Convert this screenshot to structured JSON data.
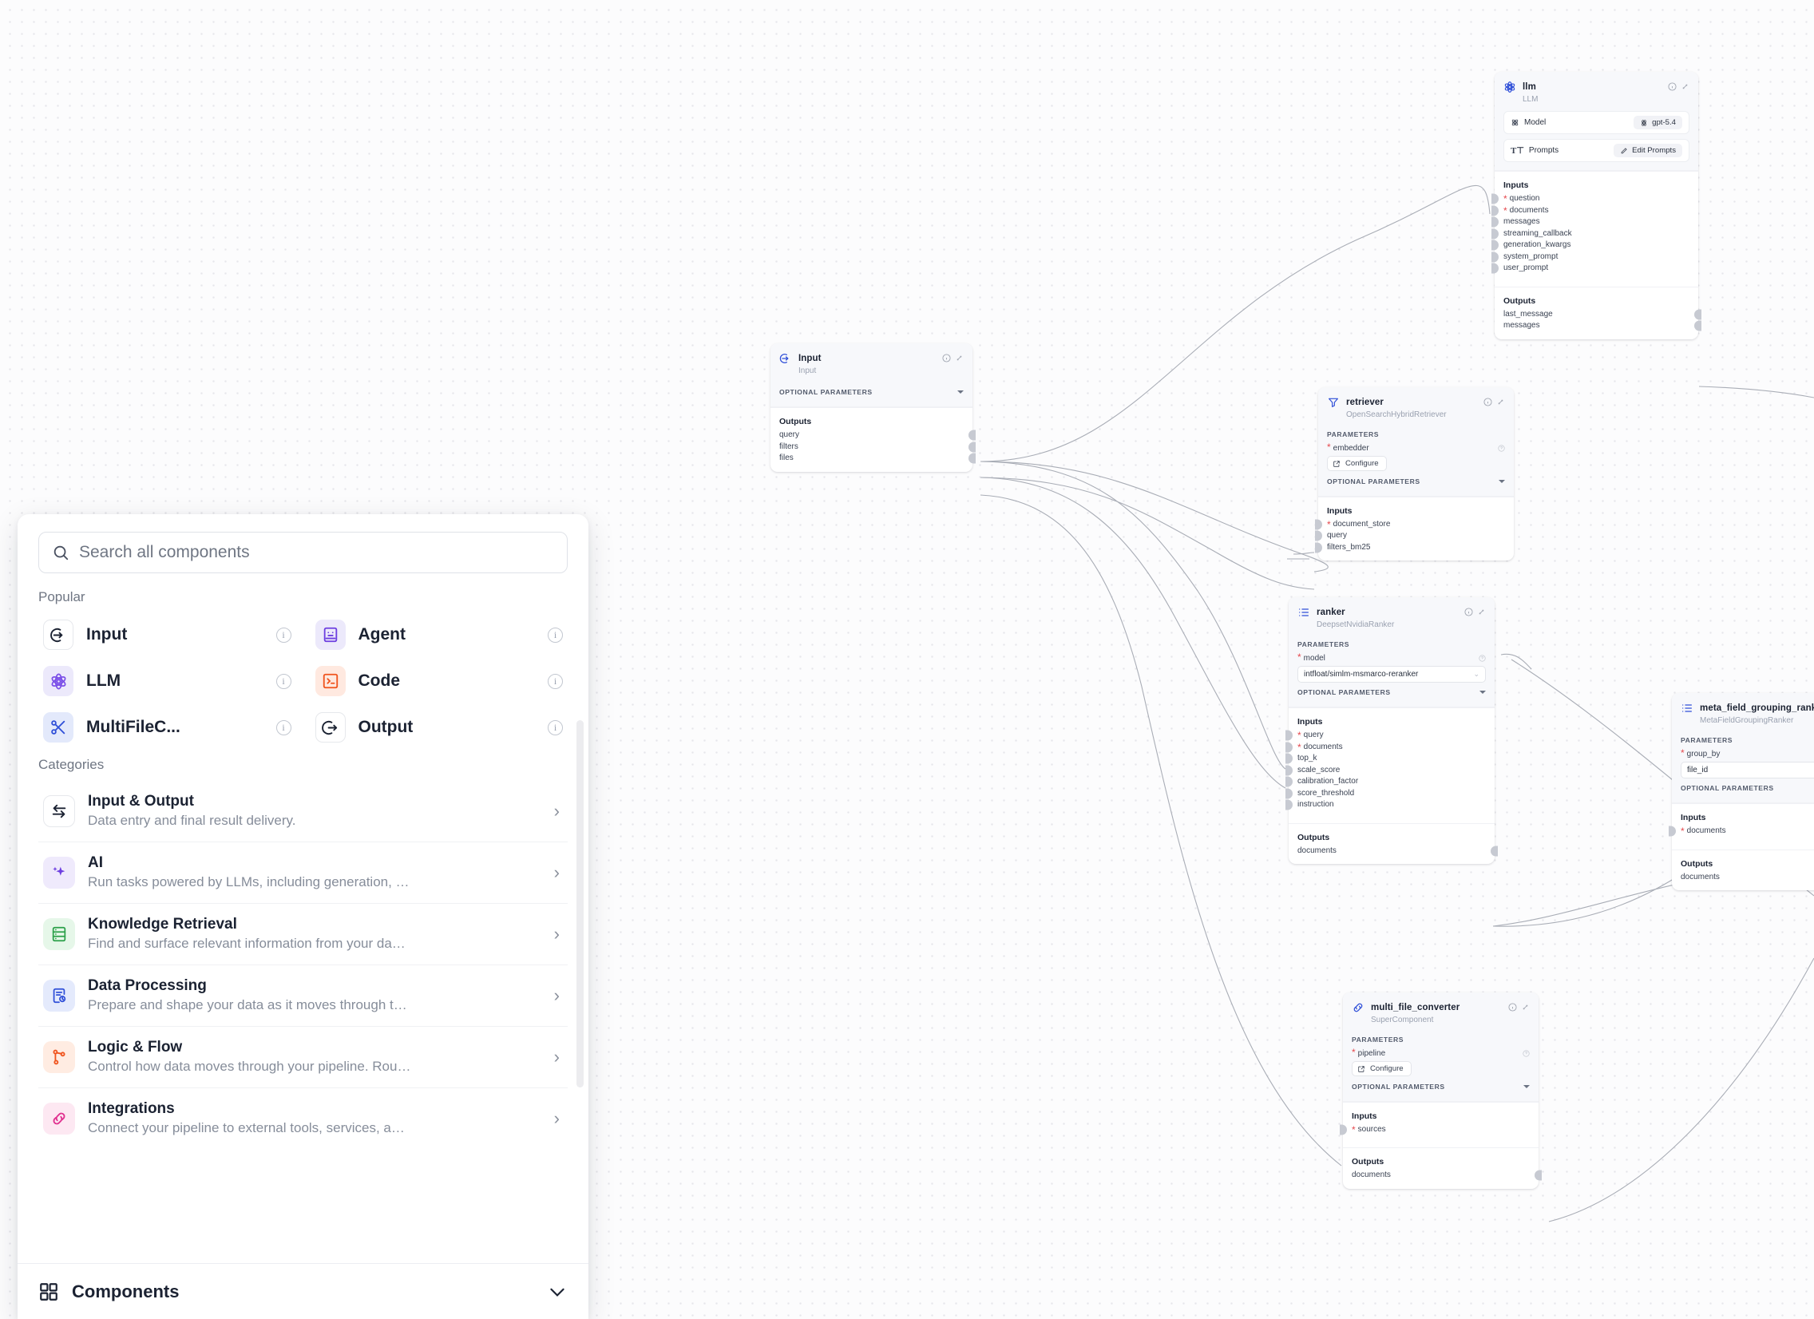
{
  "panel": {
    "search": {
      "placeholder": "Search all components",
      "value": "",
      "icon": "search-icon"
    },
    "popular_label": "Popular",
    "categories_label": "Categories",
    "popular": [
      {
        "label": "Input",
        "icon": "input-arrow-icon",
        "bg": "#ffffff",
        "fg": "#1b2232"
      },
      {
        "label": "Agent",
        "icon": "agent-robot-icon",
        "bg": "#ece9fb",
        "fg": "#6d3fe0"
      },
      {
        "label": "LLM",
        "icon": "llm-atom-icon",
        "bg": "#ece9fb",
        "fg": "#7b4fe8"
      },
      {
        "label": "Code",
        "icon": "code-terminal-icon",
        "bg": "#ffe9e0",
        "fg": "#f0541e"
      },
      {
        "label": "MultiFileC...",
        "icon": "scissors-icon",
        "bg": "#e3e9fb",
        "fg": "#2f4fd8"
      },
      {
        "label": "Output",
        "icon": "output-arrow-icon",
        "bg": "#ffffff",
        "fg": "#1b2232"
      }
    ],
    "categories": [
      {
        "title": "Input & Output",
        "desc": "Data entry and final result delivery.",
        "icon": "swap-arrows-icon",
        "bg": "#ffffff",
        "fg": "#1b2232"
      },
      {
        "title": "AI",
        "desc": "Run tasks powered by LLMs, including generation, …",
        "icon": "sparkle-icon",
        "bg": "#efeafc",
        "fg": "#6d3fe0"
      },
      {
        "title": "Knowledge Retrieval",
        "desc": "Find and surface relevant information from your da…",
        "icon": "database-icon",
        "bg": "#e6f7e9",
        "fg": "#2ca14a"
      },
      {
        "title": "Data Processing",
        "desc": "Prepare and shape your data as it moves through t…",
        "icon": "doc-refresh-icon",
        "bg": "#e4eafc",
        "fg": "#2f4fd8"
      },
      {
        "title": "Logic & Flow",
        "desc": "Control how data moves through your pipeline. Rou…",
        "icon": "branch-icon",
        "bg": "#ffece2",
        "fg": "#f0541e"
      },
      {
        "title": "Integrations",
        "desc": "Connect your pipeline to external tools, services, a…",
        "icon": "plug-icon",
        "bg": "#fde8f2",
        "fg": "#e0308f"
      }
    ],
    "footer": {
      "label": "Components",
      "icon": "grid-icon",
      "chevron": "chevron-down-icon"
    }
  },
  "nodes": {
    "input": {
      "name": "Input",
      "type": "Input",
      "icon": "input-arrow-icon",
      "optional_params_label": "OPTIONAL PARAMETERS",
      "outputs_label": "Outputs",
      "outputs": [
        "query",
        "filters",
        "files"
      ]
    },
    "llm": {
      "name": "llm",
      "type": "LLM",
      "icon": "llm-atom-icon",
      "model_row_label": "Model",
      "model_value": "gpt-5.4",
      "prompts_row_label": "Prompts",
      "prompts_button": "Edit Prompts",
      "inputs_label": "Inputs",
      "inputs": [
        {
          "name": "question",
          "required": true
        },
        {
          "name": "documents",
          "required": true
        },
        {
          "name": "messages",
          "required": false
        },
        {
          "name": "streaming_callback",
          "required": false
        },
        {
          "name": "generation_kwargs",
          "required": false
        },
        {
          "name": "system_prompt",
          "required": false
        },
        {
          "name": "user_prompt",
          "required": false
        }
      ],
      "outputs_label": "Outputs",
      "outputs": [
        "last_message",
        "messages"
      ]
    },
    "retriever": {
      "name": "retriever",
      "type": "OpenSearchHybridRetriever",
      "icon": "funnel-icon",
      "parameters_label": "PARAMETERS",
      "param_name": "embedder",
      "configure_label": "Configure",
      "optional_params_label": "OPTIONAL PARAMETERS",
      "inputs_label": "Inputs",
      "inputs": [
        {
          "name": "document_store",
          "required": true
        },
        {
          "name": "query",
          "required": false
        },
        {
          "name": "filters_bm25",
          "required": false
        }
      ]
    },
    "ranker": {
      "name": "ranker",
      "type": "DeepsetNvidiaRanker",
      "icon": "list-icon",
      "parameters_label": "PARAMETERS",
      "param_name": "model",
      "param_value": "intfloat/simlm-msmarco-reranker",
      "optional_params_label": "OPTIONAL PARAMETERS",
      "inputs_label": "Inputs",
      "inputs": [
        {
          "name": "query",
          "required": true
        },
        {
          "name": "documents",
          "required": true
        },
        {
          "name": "top_k",
          "required": false
        },
        {
          "name": "scale_score",
          "required": false
        },
        {
          "name": "calibration_factor",
          "required": false
        },
        {
          "name": "score_threshold",
          "required": false
        },
        {
          "name": "instruction",
          "required": false
        }
      ],
      "outputs_label": "Outputs",
      "outputs": [
        "documents"
      ]
    },
    "meta_field_grouping_ranker": {
      "name": "meta_field_grouping_ranker",
      "type": "MetaFieldGroupingRanker",
      "icon": "list-icon",
      "parameters_label": "PARAMETERS",
      "param_name": "group_by",
      "param_value": "file_id",
      "optional_params_label": "OPTIONAL PARAMETERS",
      "inputs_label": "Inputs",
      "inputs": [
        {
          "name": "documents",
          "required": true
        }
      ],
      "outputs_label": "Outputs",
      "outputs": [
        "documents"
      ]
    },
    "multi_file_converter": {
      "name": "multi_file_converter",
      "type": "SuperComponent",
      "icon": "link-chain-icon",
      "parameters_label": "PARAMETERS",
      "param_name": "pipeline",
      "configure_label": "Configure",
      "optional_params_label": "OPTIONAL PARAMETERS",
      "inputs_label": "Inputs",
      "inputs": [
        {
          "name": "sources",
          "required": true
        }
      ],
      "outputs_label": "Outputs",
      "outputs": [
        "documents"
      ]
    }
  },
  "colors": {
    "canvas_bg": "#fcfcfd",
    "dot": "#e6e6ea",
    "edge": "#a9adb6",
    "port": "#c7cad2",
    "required_marker": "#e5484d",
    "node_header_bg": "#f7f8fb",
    "text_primary": "#1b2232",
    "text_muted": "#9aa1b0"
  }
}
